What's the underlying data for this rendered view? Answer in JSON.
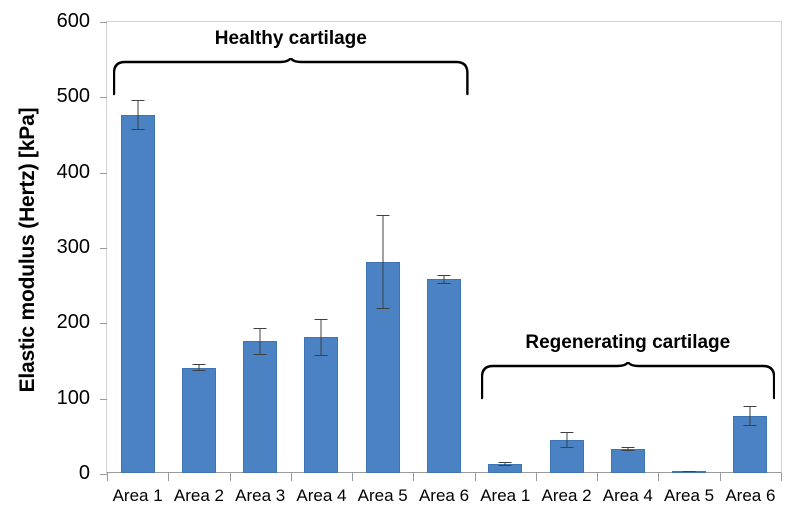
{
  "chart_data": {
    "type": "bar",
    "title": "",
    "xlabel": "",
    "ylabel": "Elastic modulus (Hertz) [kPa]",
    "ylim": [
      0,
      600
    ],
    "yticks": [
      0,
      100,
      200,
      300,
      400,
      500,
      600
    ],
    "ytick_labels": [
      "0",
      "100",
      "200",
      "300",
      "400",
      "500",
      "600"
    ],
    "grid": false,
    "legend": "none",
    "bar_color": "#4a82c4",
    "error_color": "#404040",
    "categories": [
      "Area 1",
      "Area 2",
      "Area 3",
      "Area 4",
      "Area 5",
      "Area 6",
      "Area 1",
      "Area 2",
      "Area 4",
      "Area 5",
      "Area 6"
    ],
    "values": [
      475,
      140,
      175,
      180,
      280,
      257,
      12,
      44,
      32,
      2,
      76
    ],
    "errors": [
      20,
      5,
      18,
      25,
      62,
      6,
      3,
      11,
      3,
      1,
      13
    ],
    "groups": [
      {
        "name": "Healthy cartilage",
        "categories": [
          "Area 1",
          "Area 2",
          "Area 3",
          "Area 4",
          "Area 5",
          "Area 6"
        ],
        "from_index": 0,
        "to_index": 5
      },
      {
        "name": "Regenerating cartilage",
        "categories": [
          "Area 1",
          "Area 2",
          "Area 4",
          "Area 5",
          "Area 6"
        ],
        "from_index": 6,
        "to_index": 10
      }
    ],
    "bars": [
      {
        "category": "Area 1",
        "group": "Healthy cartilage",
        "value": 475,
        "error": 20
      },
      {
        "category": "Area 2",
        "group": "Healthy cartilage",
        "value": 140,
        "error": 5
      },
      {
        "category": "Area 3",
        "group": "Healthy cartilage",
        "value": 175,
        "error": 18
      },
      {
        "category": "Area 4",
        "group": "Healthy cartilage",
        "value": 180,
        "error": 25
      },
      {
        "category": "Area 5",
        "group": "Healthy cartilage",
        "value": 280,
        "error": 62
      },
      {
        "category": "Area 6",
        "group": "Healthy cartilage",
        "value": 257,
        "error": 6
      },
      {
        "category": "Area 1",
        "group": "Regenerating cartilage",
        "value": 12,
        "error": 3
      },
      {
        "category": "Area 2",
        "group": "Regenerating cartilage",
        "value": 44,
        "error": 11
      },
      {
        "category": "Area 4",
        "group": "Regenerating cartilage",
        "value": 32,
        "error": 3
      },
      {
        "category": "Area 5",
        "group": "Regenerating cartilage",
        "value": 2,
        "error": 1
      },
      {
        "category": "Area 6",
        "group": "Regenerating cartilage",
        "value": 76,
        "error": 13
      }
    ]
  },
  "annotations": {
    "healthy_label": "Healthy cartilage",
    "regenerating_label": "Regenerating cartilage"
  }
}
